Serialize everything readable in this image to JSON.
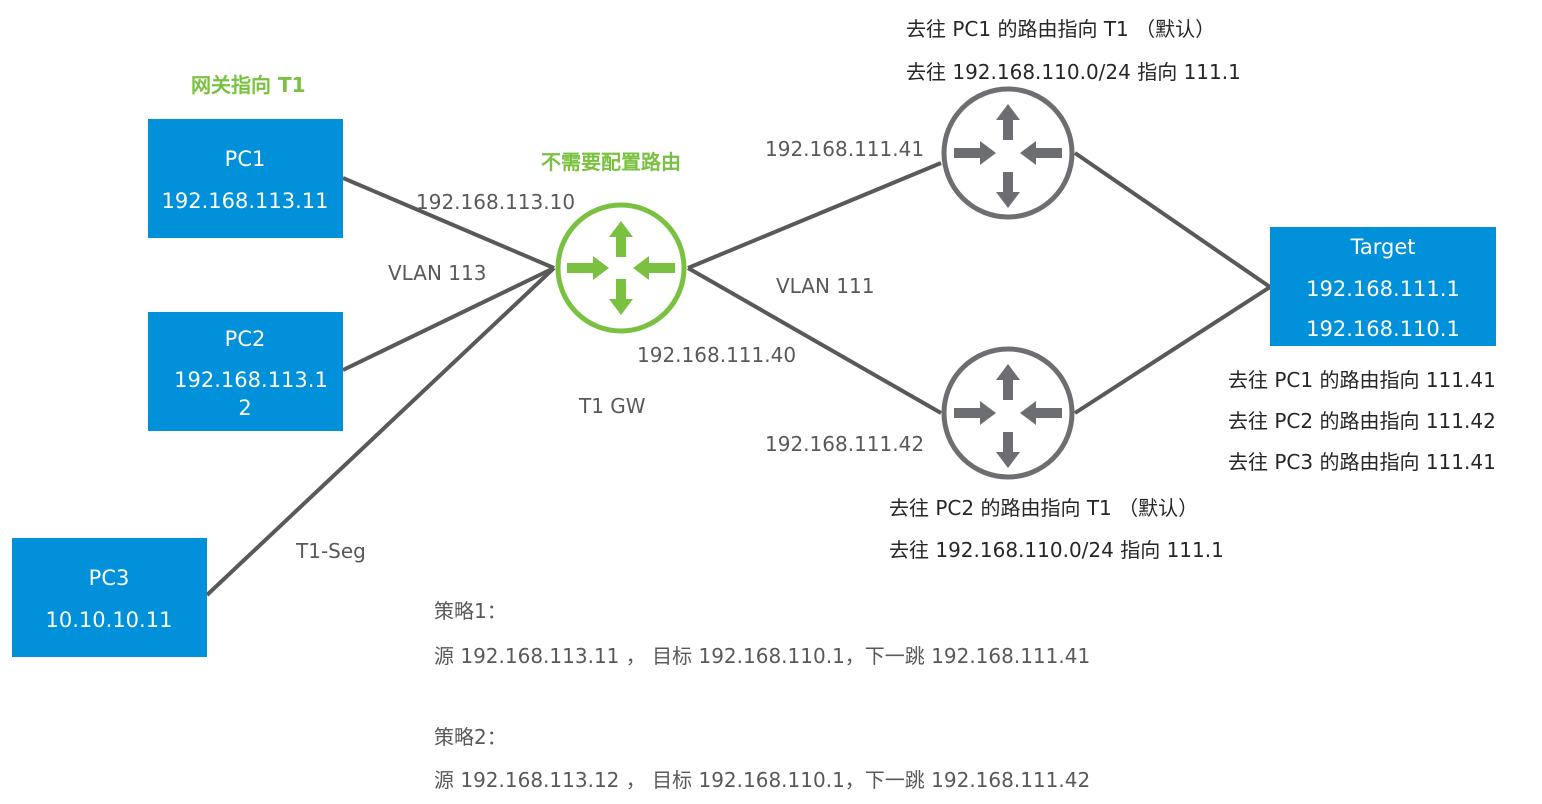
{
  "pcs": {
    "pc1": {
      "name": "PC1",
      "ip": "192.168.113.11"
    },
    "pc2": {
      "name": "PC2",
      "ip_line1": "192.168.113.1",
      "ip_line2": "2"
    },
    "pc3": {
      "name": "PC3",
      "ip": "10.10.10.11"
    }
  },
  "target": {
    "name": "Target",
    "ip1": "192.168.111.1",
    "ip2": "192.168.110.1"
  },
  "labels": {
    "gateway_note": "网关指向 T1",
    "no_route_note": "不需要配置路由",
    "t1_downlink_ip": "192.168.113.10",
    "vlan113": "VLAN 113",
    "vlan111": "VLAN 111",
    "t1_uplink_ip": "192.168.111.40",
    "t1_gw": "T1 GW",
    "t1_seg": "T1-Seg",
    "r1_ip": "192.168.111.41",
    "r2_ip": "192.168.111.42"
  },
  "router1_routes": [
    "去往 PC1 的路由指向 T1 （默认）",
    "去往 192.168.110.0/24 指向 111.1"
  ],
  "router2_routes": [
    "去往 PC2 的路由指向 T1 （默认）",
    "去往 192.168.110.0/24 指向 111.1"
  ],
  "target_routes": [
    "去往 PC1 的路由指向 111.41",
    "去往 PC2 的路由指向 111.42",
    "去往 PC3 的路由指向 111.41"
  ],
  "policies": [
    {
      "title": "策略1：",
      "rule": "源 192.168.113.11 ，  目标 192.168.110.1，下一跳 192.168.111.41"
    },
    {
      "title": "策略2：",
      "rule": "源 192.168.113.12 ，  目标 192.168.110.1，下一跳 192.168.111.42"
    }
  ],
  "colors": {
    "pc_box": "#0091da",
    "t1_router": "#7ac142",
    "router": "#6d6e71",
    "link": "#595959"
  },
  "icons": [
    "router-icon"
  ]
}
